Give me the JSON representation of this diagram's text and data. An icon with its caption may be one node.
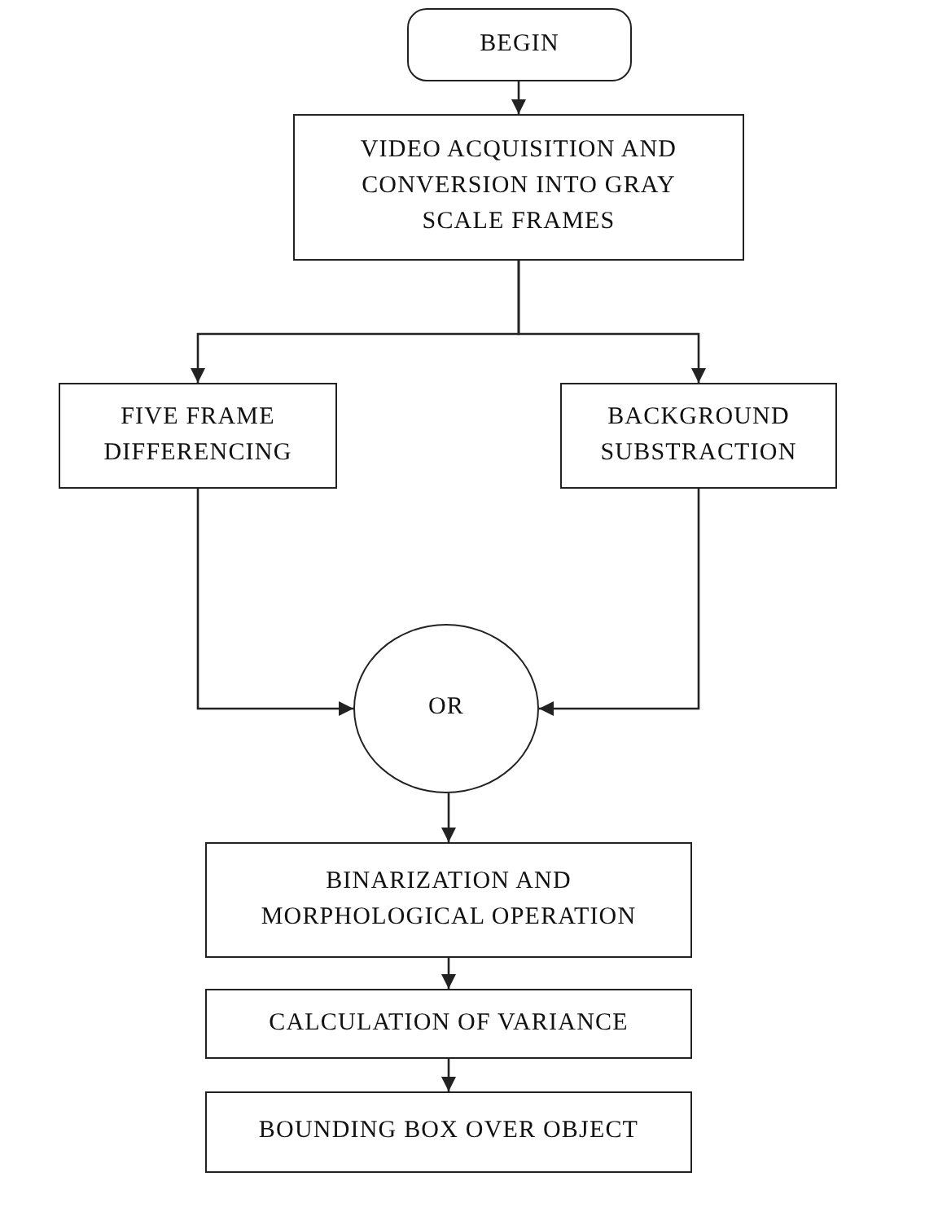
{
  "diagram": {
    "nodes": [
      {
        "text": [
          "BEGIN"
        ]
      },
      {
        "text": [
          "VIDEO ACQUISITION AND CONVERSION INTO GRAY SCALE FRAMES"
        ]
      },
      {
        "text": [
          "FIVE FRAME DIFFERENCING"
        ]
      },
      {
        "text": [
          "BACKGROUND SUBSTRACTION"
        ]
      },
      {
        "text": [
          "OR"
        ]
      },
      {
        "text": [
          "BINARIZATION AND MORPHOLOGICAL OPERATION"
        ]
      },
      {
        "text": [
          "CALCULATION OF VARIANCE"
        ]
      },
      {
        "text": [
          "BOUNDING BOX OVER OBJECT"
        ]
      }
    ],
    "edges": [
      {
        "from": 0,
        "to": 1,
        "arrow": "to"
      },
      {
        "from": 1,
        "to": 2,
        "arrow": "to"
      },
      {
        "from": 1,
        "to": 3,
        "arrow": "to"
      },
      {
        "from": 2,
        "to": 4,
        "arrow": "to"
      },
      {
        "from": 3,
        "to": 4,
        "arrow": "to"
      },
      {
        "from": 4,
        "to": 5,
        "arrow": "to"
      },
      {
        "from": 5,
        "to": 6,
        "arrow": "to"
      },
      {
        "from": 6,
        "to": 7,
        "arrow": "to"
      }
    ]
  }
}
